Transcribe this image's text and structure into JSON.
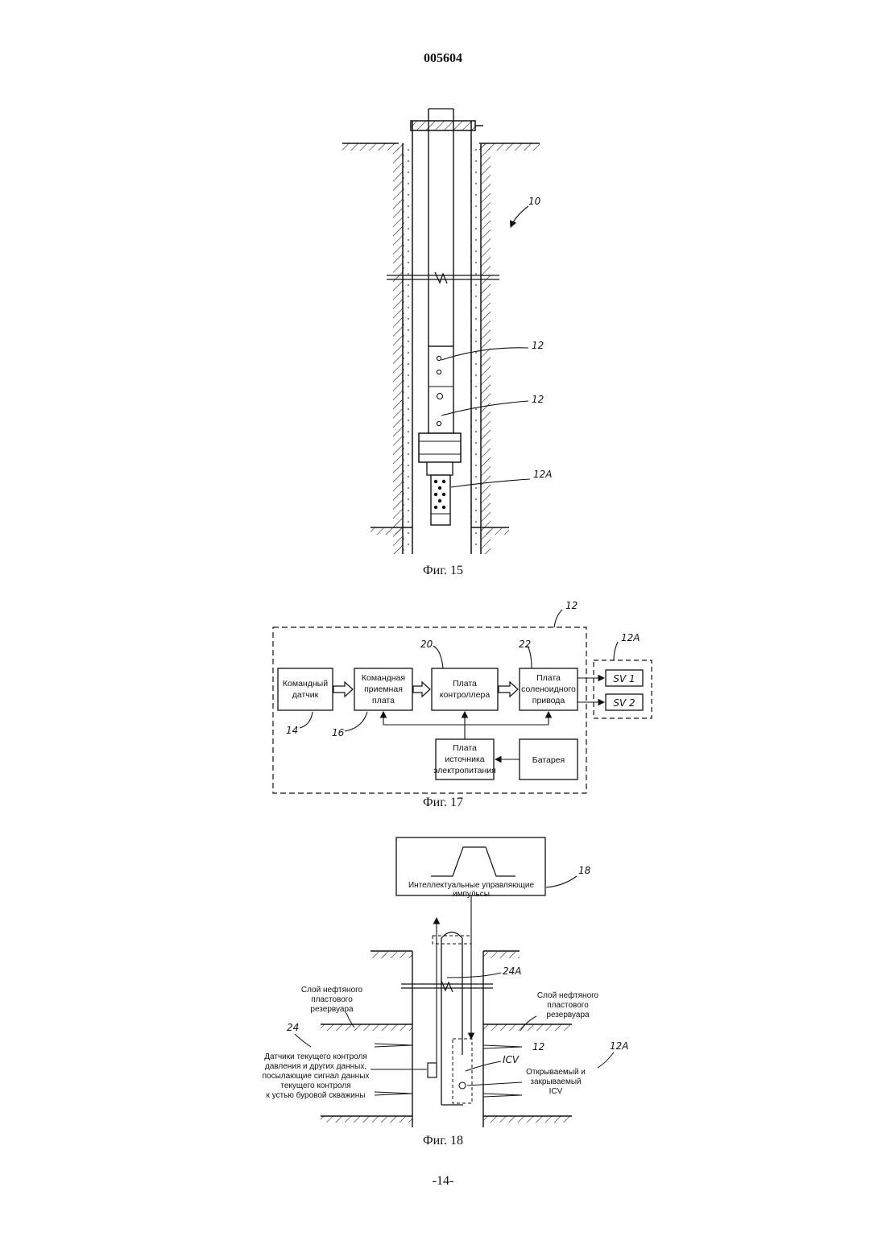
{
  "header": {
    "doc_number": "005604"
  },
  "footer": {
    "page_number": "-14-"
  },
  "fig15": {
    "caption": "Фиг. 15",
    "refs": {
      "r10": "10",
      "r12a": "12",
      "r12b": "12",
      "r12A": "12A"
    }
  },
  "fig17": {
    "caption": "Фиг. 17",
    "refs": {
      "r12": "12",
      "r12A": "12A",
      "r20": "20",
      "r22": "22",
      "r14": "14",
      "r16": "16"
    },
    "blocks": {
      "cmd_sensor": [
        "Командный",
        "датчик"
      ],
      "cmd_receiver": [
        "Командная",
        "приемная",
        "плата"
      ],
      "controller": [
        "Плата",
        "контроллера"
      ],
      "solenoid": [
        "Плата",
        "соленоидного",
        "привода"
      ],
      "power": [
        "Плата",
        "источника",
        "электропитания"
      ],
      "battery": [
        "Батарея"
      ],
      "sv1": "SV 1",
      "sv2": "SV 2"
    }
  },
  "fig18": {
    "caption": "Фиг. 18",
    "refs": {
      "r18": "18",
      "r24A": "24A",
      "r24": "24",
      "r12": "12",
      "r12A": "12A",
      "icv": "ICV"
    },
    "pulse_box": [
      "Интеллектуальные управляющие",
      "импульсы"
    ],
    "layer_left": [
      "Слой нефтяного",
      "пластового",
      "резервуара"
    ],
    "layer_right": [
      "Слой нефтяного",
      "пластового",
      "резервуара"
    ],
    "sensors": [
      "Датчики текущего контроля",
      "давления и других данных,",
      "посылающие сигнал данных",
      "текущего контроля",
      "к устью буровой скважины"
    ],
    "valve": [
      "Открываемый и",
      "закрываемый",
      "ICV"
    ]
  }
}
